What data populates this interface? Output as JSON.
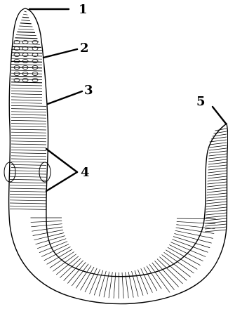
{
  "diagram": {
    "labels": [
      {
        "id": "1",
        "text": "1"
      },
      {
        "id": "2",
        "text": "2"
      },
      {
        "id": "3",
        "text": "3"
      },
      {
        "id": "4",
        "text": "4"
      },
      {
        "id": "5",
        "text": "5"
      }
    ],
    "colors": {
      "ink": "#000000",
      "paper": "#ffffff",
      "body_shading": "#d9d9d9"
    }
  }
}
